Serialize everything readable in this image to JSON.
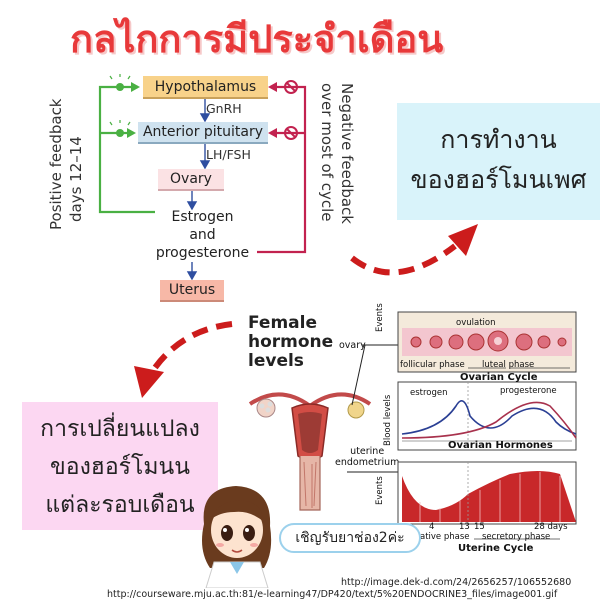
{
  "title": "กลไกการมีประจำเดือน",
  "flow": {
    "hypothalamus": "Hypothalamus",
    "gnrh": "GnRH",
    "anterior_pituitary": "Anterior pituitary",
    "lhfsh": "LH/FSH",
    "ovary": "Ovary",
    "estrogen": "Estrogen",
    "and": "and",
    "progesterone": "progesterone",
    "uterus": "Uterus",
    "positive_feedback": [
      "Positive feedback",
      "days 12–14"
    ],
    "negative_feedback": [
      "Negative feedback",
      "over most of cycle"
    ]
  },
  "hormone_box": {
    "lines": [
      "การทำงาน",
      "ของฮอร์โมนเพศ"
    ]
  },
  "change_box": {
    "lines": [
      "การเปลี่ยนแปลง",
      "ของฮอร์โมนน",
      "แต่ละรอบเดือน"
    ]
  },
  "female": {
    "title_lines": [
      "Female",
      "hormone",
      "levels"
    ],
    "ovary": "ovary",
    "uterine": "uterine",
    "endometrium": "endometrium"
  },
  "cycle": {
    "ovulation": "ovulation",
    "follicular_phase": "follicular phase",
    "luteal_phase": "luteal phase",
    "ovarian_cycle": "Ovarian Cycle",
    "estrogen": "estrogen",
    "progesterone": "progesterone",
    "ovarian_hormones": "Ovarian Hormones",
    "blood_levels": "Blood levels",
    "events": "Events",
    "day_ticks": [
      "13",
      "15",
      "28 days"
    ],
    "day_first": "4",
    "phases_bottom": [
      "ative phase",
      "secretory phase"
    ],
    "uterine_cycle": "Uterine Cycle"
  },
  "pill": "เชิญรับยาช่อง2ค่ะ",
  "source_urls": [
    "http://image.dek-d.com/24/2656257/106552680",
    "http://courseware.mju.ac.th:81/e-learning47/DP420/text/5%20ENDOCRINE3_files/image001.gif"
  ],
  "colors": {
    "title": "#e8393a",
    "positive": "#4ab043",
    "negative": "#c2224f",
    "arrow": "#cc1c1c",
    "blood": "#c8282a"
  }
}
